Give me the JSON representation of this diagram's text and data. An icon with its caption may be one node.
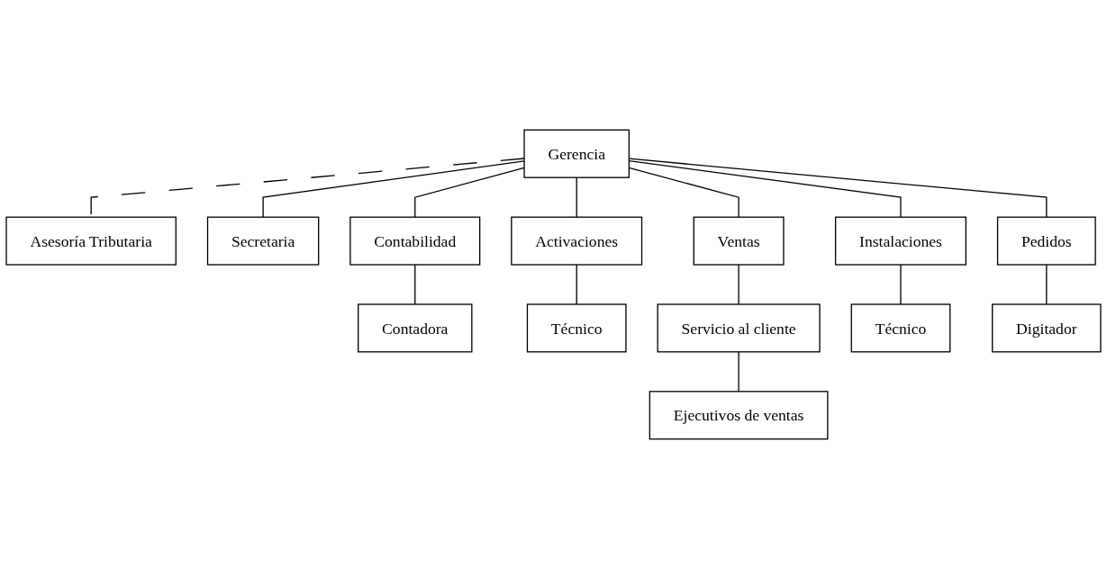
{
  "diagram": {
    "nodes": [
      {
        "text": [
          "Gerencia"
        ]
      },
      {
        "text": [
          "Asesoría Tributaria"
        ]
      },
      {
        "text": [
          "Secretaria"
        ]
      },
      {
        "text": [
          "Contabilidad"
        ]
      },
      {
        "text": [
          "Activaciones"
        ]
      },
      {
        "text": [
          "Ventas"
        ]
      },
      {
        "text": [
          "Instalaciones"
        ]
      },
      {
        "text": [
          "Pedidos"
        ]
      },
      {
        "text": [
          "Contadora"
        ]
      },
      {
        "text": [
          "Técnico"
        ]
      },
      {
        "text": [
          "Servicio al cliente"
        ]
      },
      {
        "text": [
          "Ejecutivos de ventas"
        ]
      },
      {
        "text": [
          "Técnico"
        ]
      },
      {
        "text": [
          "Digitador"
        ]
      }
    ],
    "edges": [
      {
        "from": 0,
        "to": 1,
        "arrow": "none",
        "style": "dashed"
      },
      {
        "from": 0,
        "to": 2,
        "arrow": "none"
      },
      {
        "from": 0,
        "to": 3,
        "arrow": "none"
      },
      {
        "from": 0,
        "to": 4,
        "arrow": "none"
      },
      {
        "from": 0,
        "to": 5,
        "arrow": "none"
      },
      {
        "from": 0,
        "to": 6,
        "arrow": "none"
      },
      {
        "from": 0,
        "to": 7,
        "arrow": "none"
      },
      {
        "from": 3,
        "to": 8,
        "arrow": "none"
      },
      {
        "from": 4,
        "to": 9,
        "arrow": "none"
      },
      {
        "from": 5,
        "to": 10,
        "arrow": "none"
      },
      {
        "from": 10,
        "to": 11,
        "arrow": "none"
      },
      {
        "from": 6,
        "to": 12,
        "arrow": "none"
      },
      {
        "from": 7,
        "to": 13,
        "arrow": "none"
      }
    ]
  }
}
